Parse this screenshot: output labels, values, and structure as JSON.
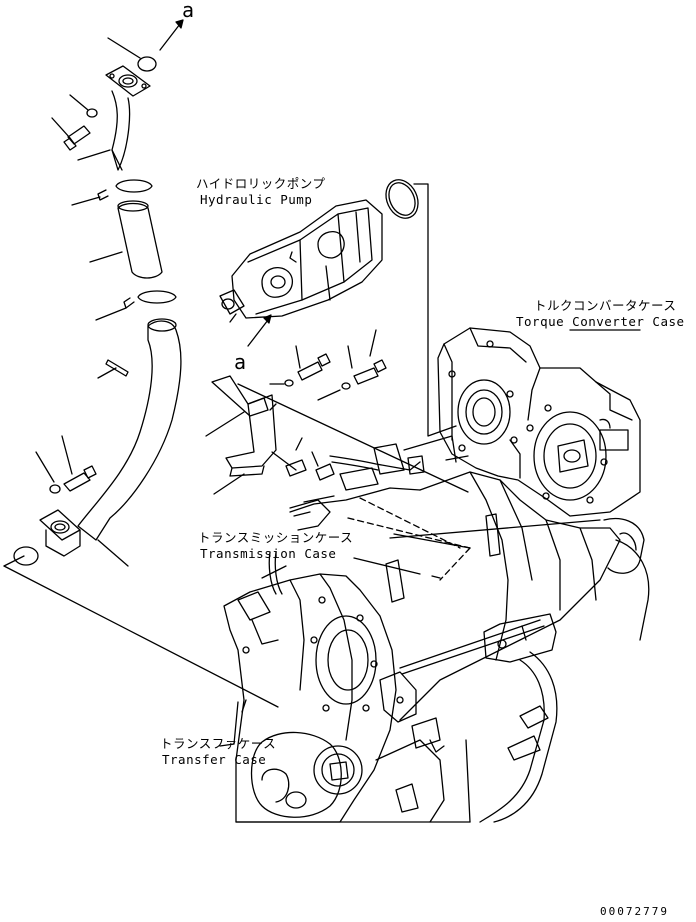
{
  "labels": {
    "hydraulic_pump_jp": "ハイドロリックポンプ",
    "hydraulic_pump_en": "Hydraulic Pump",
    "torque_converter_jp": "トルクコンバータケース",
    "torque_converter_en": "Torque Converter Case",
    "transmission_jp": "トランスミッションケース",
    "transmission_en": "Transmission Case",
    "transfer_jp": "トランスファケース",
    "transfer_en": "Transfer Case"
  },
  "ref_marks": {
    "top": "a",
    "pump": "a"
  },
  "drawing_code": "00072779"
}
